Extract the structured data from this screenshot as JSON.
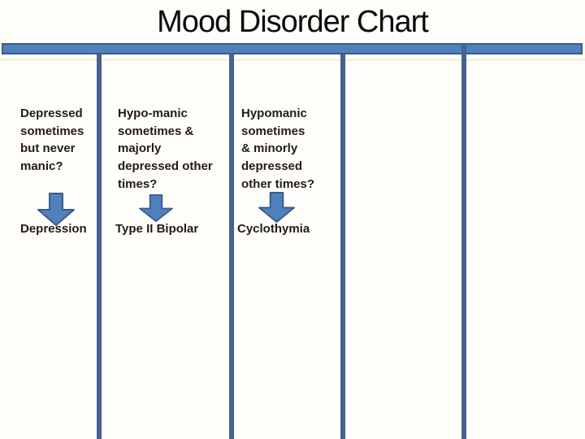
{
  "slide": {
    "title": "Mood Disorder Chart"
  },
  "columns": [
    {
      "question": "Depressed\nsometimes\nbut never\nmanic?",
      "label": "Depression"
    },
    {
      "question": "Hypo-manic\nsometimes &\nmajorly\ndepressed other\ntimes?",
      "label": "Type II Bipolar"
    },
    {
      "question": "Hypomanic\nsometimes\n& minorly\ndepressed\nother times?",
      "label": "Cyclothymia"
    },
    {
      "question": "",
      "label": ""
    },
    {
      "question": "",
      "label": ""
    }
  ],
  "icons": {
    "down_arrow": "down-arrow-icon"
  },
  "colors": {
    "accent_blue": "#4f81bd",
    "accent_dark": "#3a5c88",
    "divider_line": "#46618b",
    "cream_accent": "#f0e5c3",
    "text": "#211b18",
    "title_text": "#0b0b0b",
    "background": "#fffefa"
  }
}
